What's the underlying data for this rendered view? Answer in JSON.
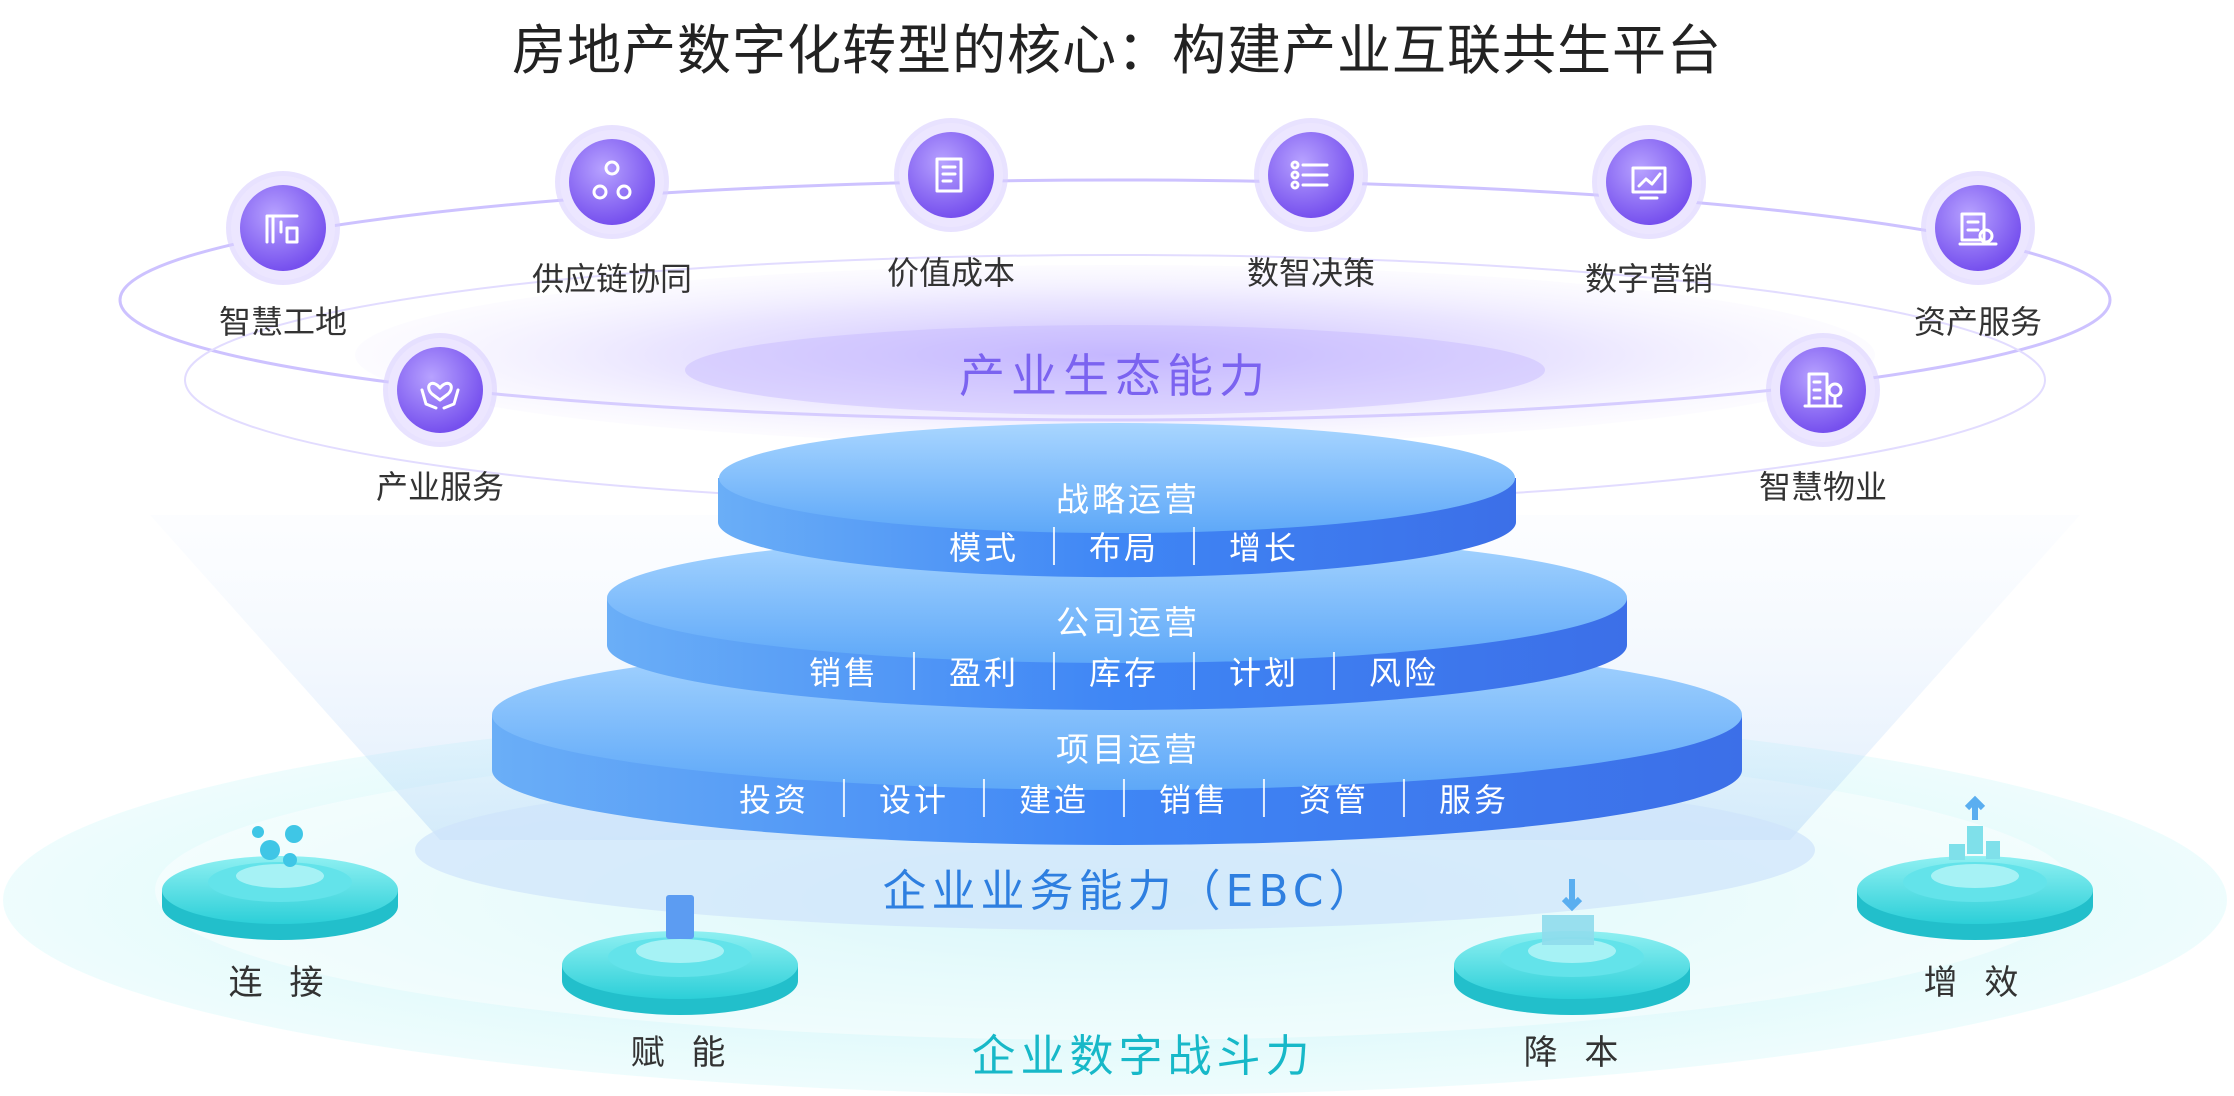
{
  "title": "房地产数字化转型的核心：构建产业互联共生平台",
  "ecosystem": {
    "label": "产业生态能力",
    "nodes": [
      {
        "label": "智慧工地",
        "icon": "crane-icon"
      },
      {
        "label": "供应链协同",
        "icon": "network-icon"
      },
      {
        "label": "价值成本",
        "icon": "cost-sheet-icon"
      },
      {
        "label": "数智决策",
        "icon": "decision-list-icon"
      },
      {
        "label": "数字营销",
        "icon": "trend-chart-icon"
      },
      {
        "label": "资产服务",
        "icon": "asset-gear-icon"
      },
      {
        "label": "产业服务",
        "icon": "hands-heart-icon"
      },
      {
        "label": "智慧物业",
        "icon": "building-tree-icon"
      }
    ]
  },
  "tiers": [
    {
      "title": "战略运营",
      "items": [
        "模式",
        "布局",
        "增长"
      ]
    },
    {
      "title": "公司运营",
      "items": [
        "销售",
        "盈利",
        "库存",
        "计划",
        "风险"
      ]
    },
    {
      "title": "项目运营",
      "items": [
        "投资",
        "设计",
        "建造",
        "销售",
        "资管",
        "服务"
      ]
    }
  ],
  "ebc_label": "企业业务能力（EBC）",
  "digital": {
    "label": "企业数字战斗力",
    "pillars": [
      "连 接",
      "赋 能",
      "降 本",
      "增 效"
    ]
  },
  "colors": {
    "eco_purple": "#7b63f0",
    "tier_blue": "#3f86f5",
    "ebc_blue": "#2e7fe0",
    "teal": "#17b8c8"
  }
}
